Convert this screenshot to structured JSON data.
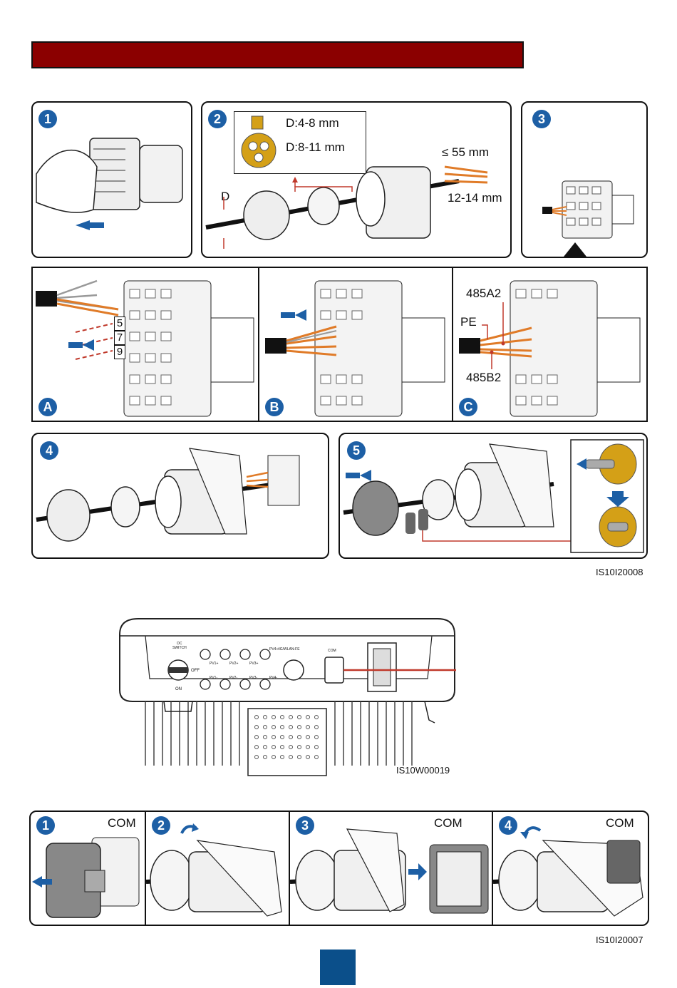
{
  "header_bar": {
    "color": "#8b0000"
  },
  "panel_a": {
    "steps": [
      {
        "number": "1"
      },
      {
        "number": "2",
        "inset": {
          "d_small": "D:4-8 mm",
          "d_large": "D:8-11 mm"
        },
        "d_label": "D",
        "strip_length": "≤ 55 mm",
        "strip_end": "12-14 mm"
      },
      {
        "number": "3"
      }
    ],
    "sub": [
      {
        "letter": "A",
        "pins": [
          "5",
          "7",
          "9"
        ]
      },
      {
        "letter": "B"
      },
      {
        "letter": "C",
        "labels": {
          "top": "485A2",
          "pe": "PE",
          "bottom": "485B2"
        }
      }
    ],
    "steps_lower": [
      {
        "number": "4"
      },
      {
        "number": "5"
      }
    ],
    "figure_code": "IS10I20008"
  },
  "inverter": {
    "labels": {
      "dc_switch": "DC\nSWITCH",
      "off": "OFF",
      "on": "ON",
      "pv_top": [
        "PV1+",
        "PV2+",
        "PV3+",
        "PV4+"
      ],
      "pv_bottom": [
        "PV1-",
        "PV2-",
        "PV3-",
        "PV4-"
      ],
      "wlan": "4G/WLAN-FE",
      "com": "COM"
    },
    "figure_code": "IS10W00019"
  },
  "panel_b": {
    "steps": [
      {
        "number": "1",
        "port": "COM"
      },
      {
        "number": "2",
        "port": ""
      },
      {
        "number": "3",
        "port": "COM"
      },
      {
        "number": "4",
        "port": "COM"
      }
    ],
    "figure_code": "IS10I20007"
  },
  "colors": {
    "accent": "#1d5fa5",
    "red": "#c0392b",
    "orange": "#e07b28",
    "footer_block": "#0b4f8a"
  }
}
